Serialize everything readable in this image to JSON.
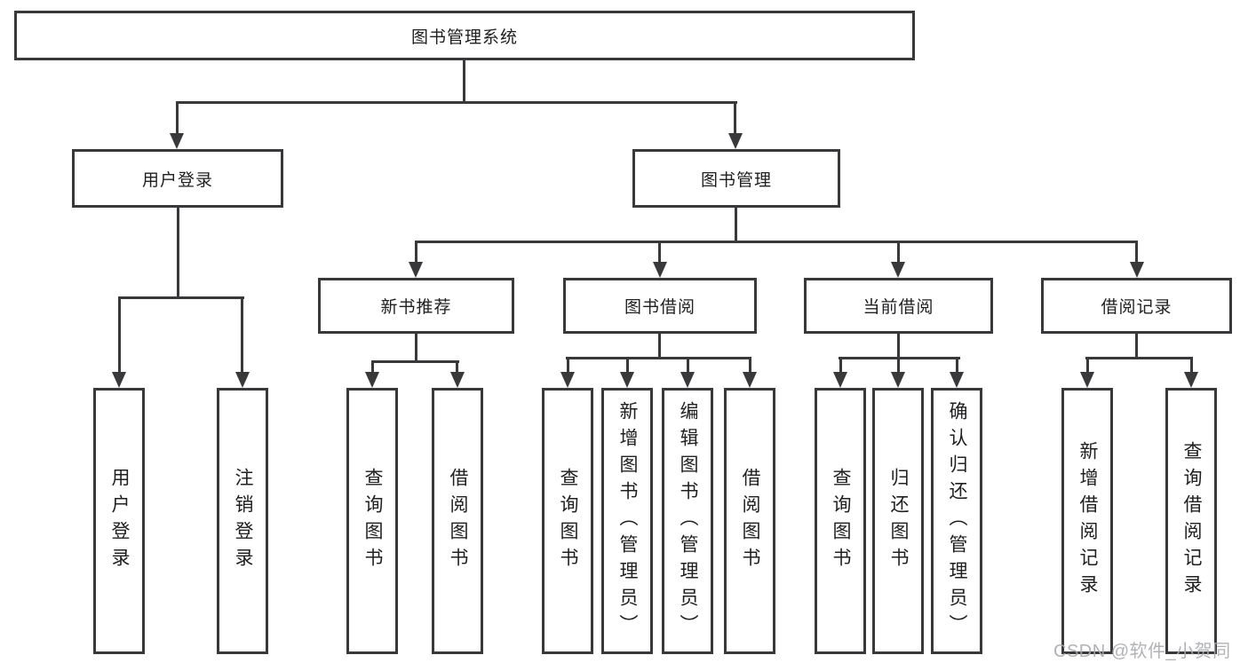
{
  "tree": {
    "root": {
      "label": "图书管理系统"
    },
    "branches": [
      {
        "label": "用户登录",
        "leaves": [
          {
            "label": "用户登录"
          },
          {
            "label": "注销登录"
          }
        ]
      },
      {
        "label": "图书管理",
        "groups": [
          {
            "label": "新书推荐",
            "leaves": [
              {
                "label": "查询图书"
              },
              {
                "label": "借阅图书"
              }
            ]
          },
          {
            "label": "图书借阅",
            "leaves": [
              {
                "label": "查询图书"
              },
              {
                "label": "新增图书（管理员）"
              },
              {
                "label": "编辑图书（管理员）"
              },
              {
                "label": "借阅图书"
              }
            ]
          },
          {
            "label": "当前借阅",
            "leaves": [
              {
                "label": "查询图书"
              },
              {
                "label": "归还图书"
              },
              {
                "label": "确认归还（管理员）"
              }
            ]
          },
          {
            "label": "借阅记录",
            "leaves": [
              {
                "label": "新增借阅记录"
              },
              {
                "label": "查询借阅记录"
              }
            ]
          }
        ]
      }
    ]
  },
  "watermark": {
    "text": "CSDN @软件_小贺同学"
  },
  "colors": {
    "line": "#39393b",
    "text": "#202022",
    "watermark": "#a8aaad",
    "background": "#ffffff"
  }
}
